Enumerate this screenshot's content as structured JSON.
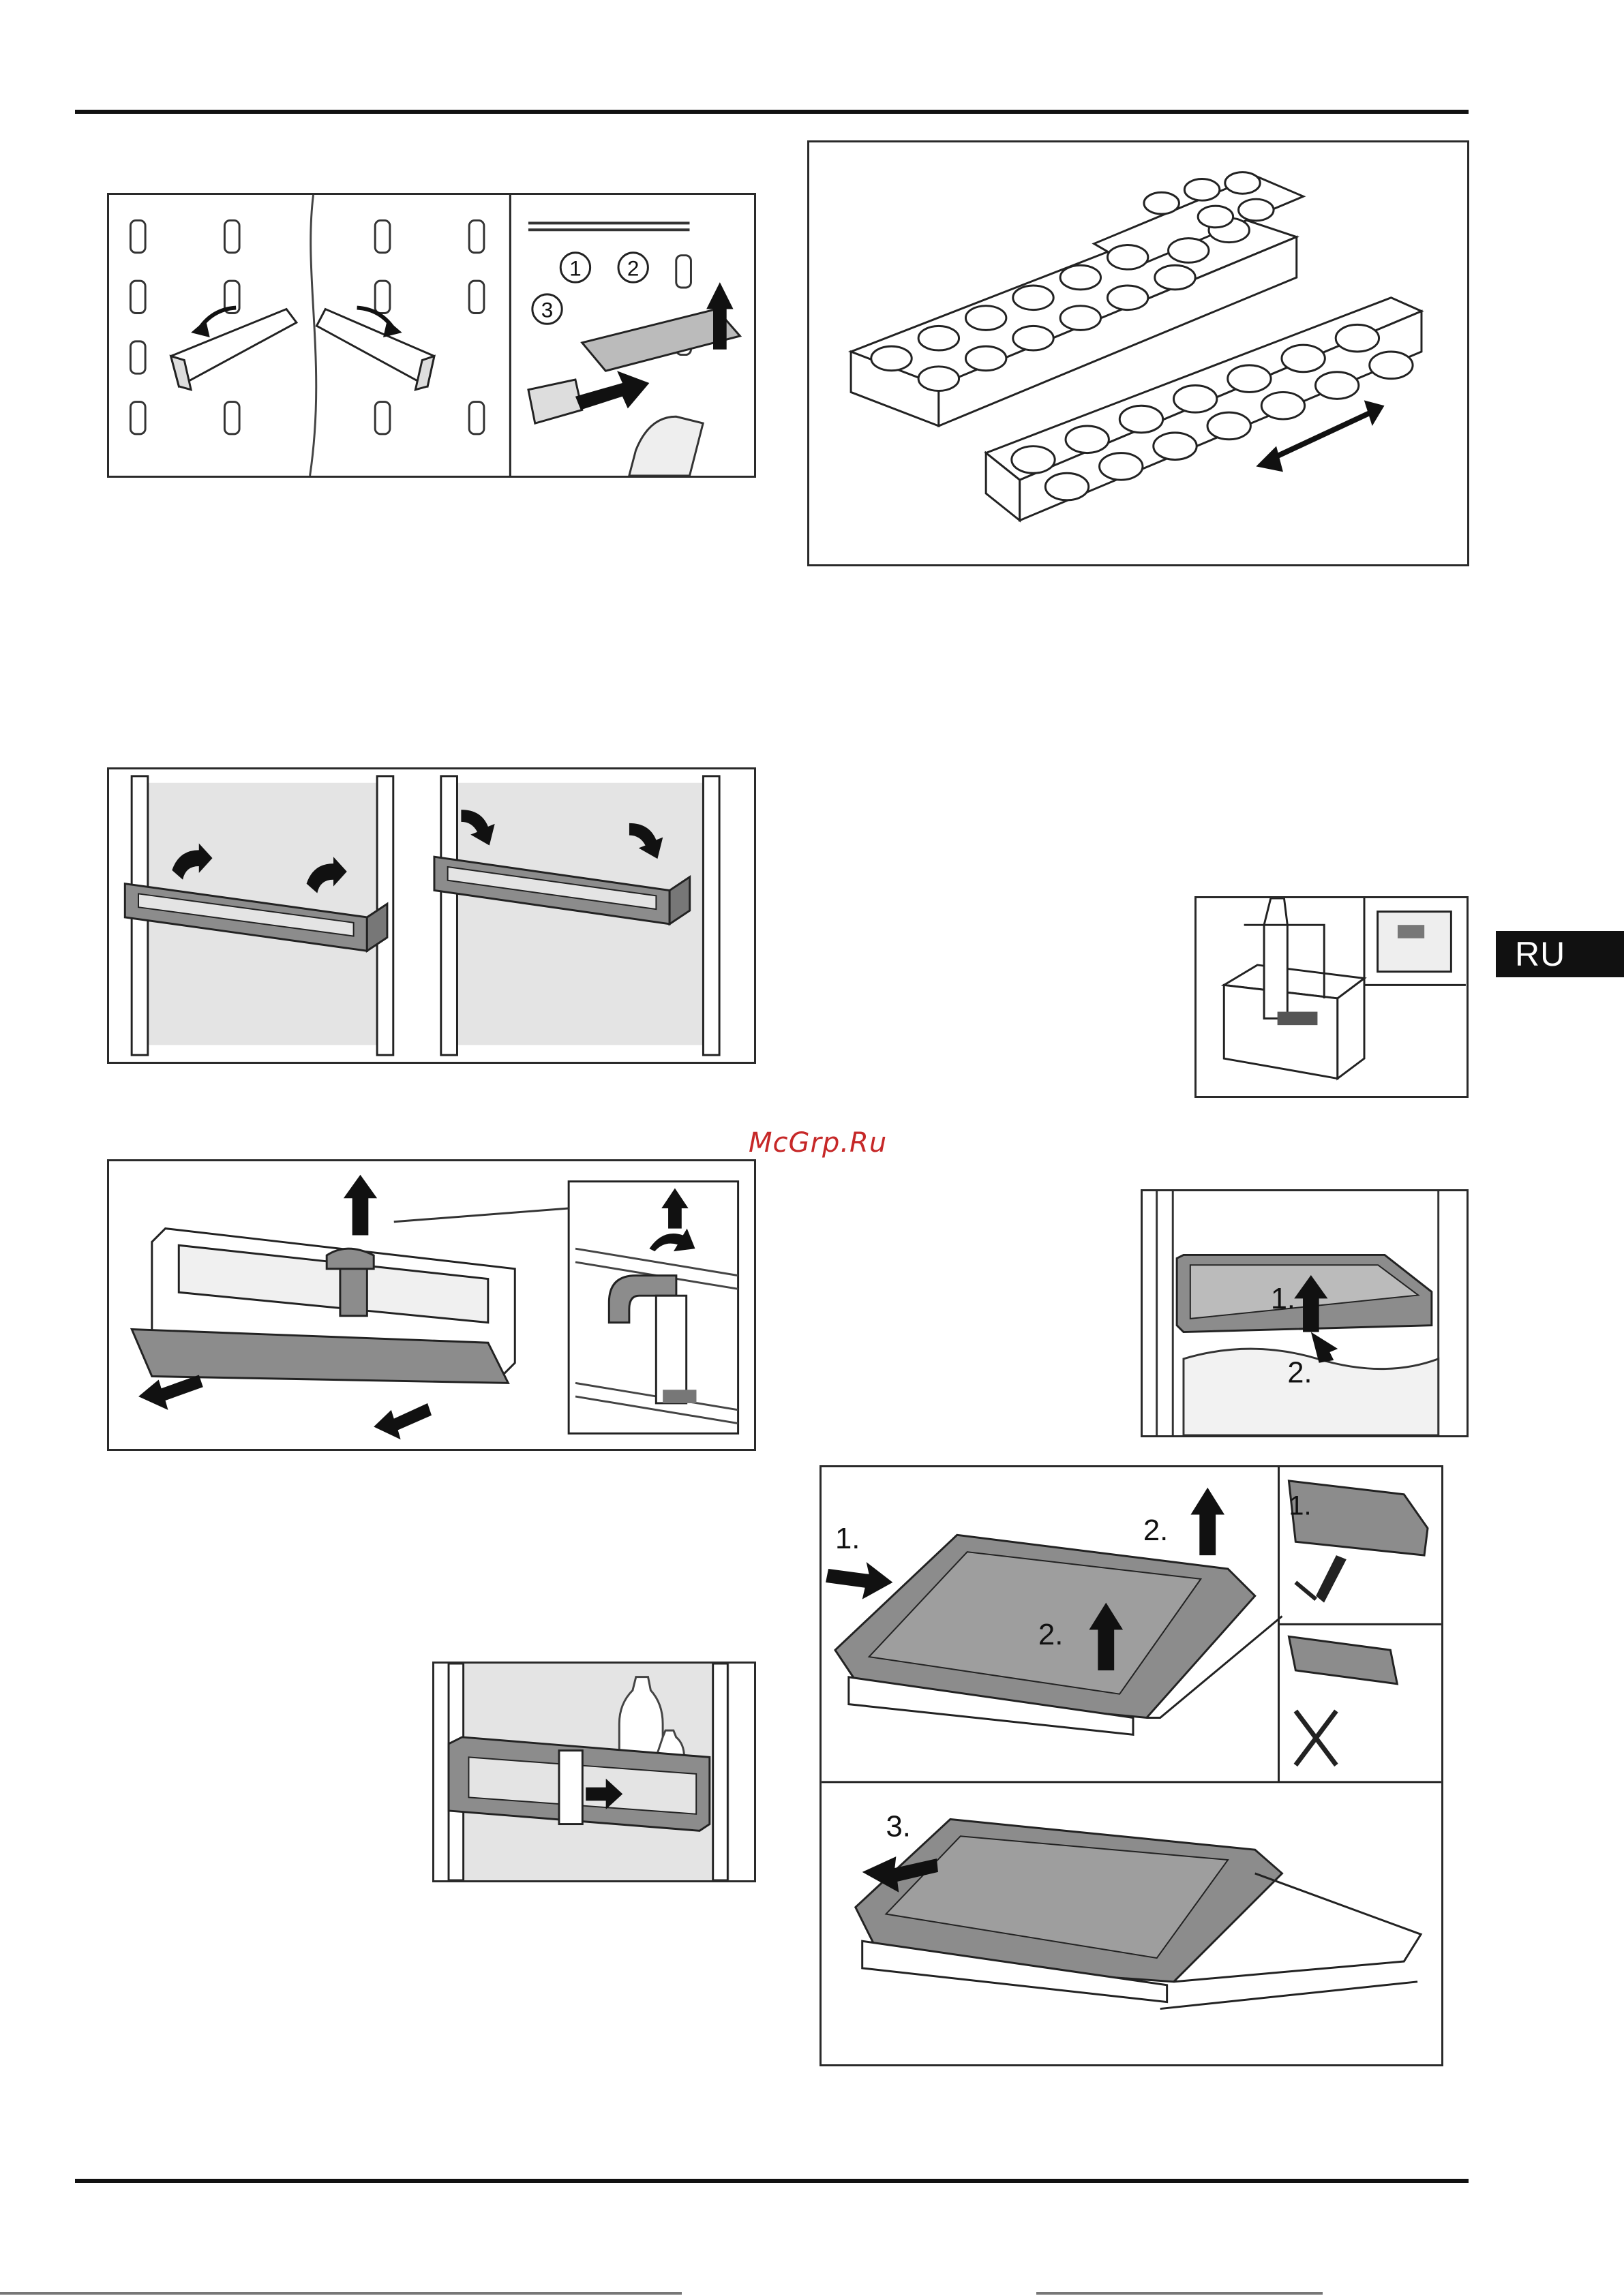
{
  "page": {
    "language_tab": "RU",
    "watermark": "McGrp.Ru"
  },
  "figures": {
    "shelf_support": {
      "callouts": [
        "1",
        "2",
        "3"
      ]
    },
    "shelf_tilt": {
      "steps": [
        "1.",
        "2."
      ]
    },
    "pullout_shelf": {
      "steps": [
        "1.",
        "2.",
        "2.",
        "1.",
        "3."
      ]
    }
  },
  "colors": {
    "line": "#1a1a1a",
    "tab_bg": "#111111",
    "watermark": "#c62828",
    "panel_gray": "#e4e4e4",
    "part_gray": "#8c8c8c"
  }
}
